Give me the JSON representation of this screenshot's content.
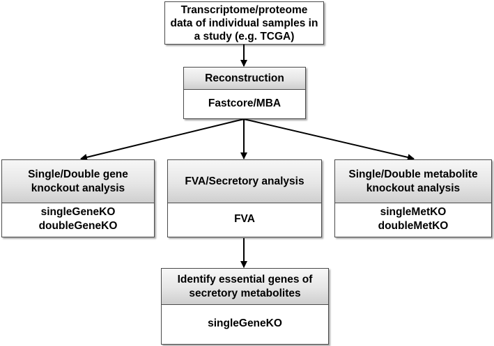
{
  "top_box": {
    "text": "Transcriptome/proteome data of individual samples in a study (e.g. TCGA)"
  },
  "reconstruction": {
    "header": "Reconstruction",
    "body": "Fastcore/MBA"
  },
  "gene_ko": {
    "header": "Single/Double gene knockout analysis",
    "body_lines": [
      "singleGeneKO",
      "doubleGeneKO"
    ]
  },
  "fva": {
    "header": "FVA/Secretory analysis",
    "body": "FVA"
  },
  "met_ko": {
    "header": "Single/Double metabolite knockout analysis",
    "body_lines": [
      "singleMetKO",
      "doubleMetKO"
    ]
  },
  "essential": {
    "header": "Identify essential genes of secretory metabolites",
    "body": "singleGeneKO"
  },
  "colors": {
    "border": "#4a4a4a",
    "header_gradient_top": "#f7f7f7",
    "header_gradient_bottom": "#cfcfcf",
    "arrow": "#000000"
  }
}
